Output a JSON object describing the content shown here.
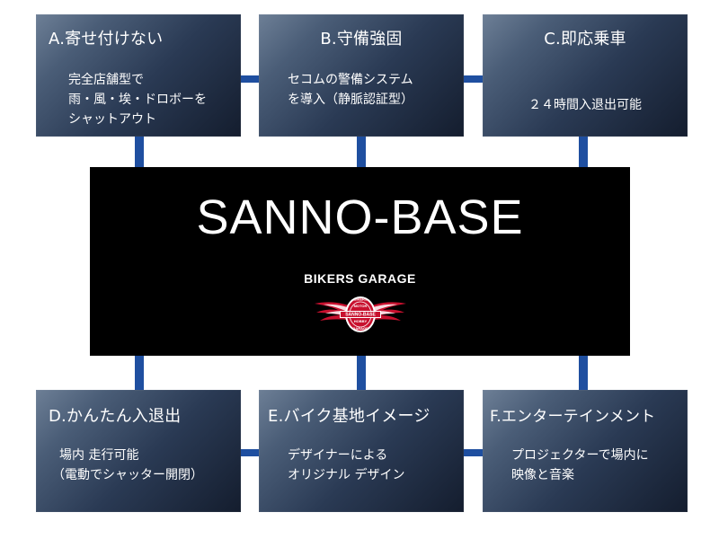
{
  "cards": [
    {
      "title": "A.寄せ付けない",
      "lines": [
        "完全店舗型で",
        "雨・風・埃・ドロボーを",
        "シャットアウト"
      ]
    },
    {
      "title": "B.守備強固",
      "lines": [
        "セコムの警備システム",
        "を導入（静脈認証型）"
      ]
    },
    {
      "title": "C.即応乗車",
      "lines": [
        "２４時間入退出可能"
      ]
    },
    {
      "title": "D.かんたん入退出",
      "lines": [
        "場内 走行可能",
        "（電動でシャッター開閉）"
      ]
    },
    {
      "title": "E.バイク基地イメージ",
      "lines": [
        "デザイナーによる",
        "オリジナル デザイン"
      ]
    },
    {
      "title": "F.エンターテインメント",
      "lines": [
        "プロジェクターで場内に",
        "映像と音楽"
      ]
    }
  ],
  "main": {
    "title": "SANNO-BASE",
    "subtitle": "BIKERS GARAGE",
    "emblem": {
      "name": "winged-logo-icon",
      "top_text": "BIKERS",
      "arc_text": "MOTOR",
      "center_text": "SANNO-BASE",
      "lower_text": "HOBBY",
      "bottom_text": "GARAGE",
      "accent_color": "#c8102e"
    }
  },
  "colors": {
    "connector": "#1f4fa0",
    "main_bg": "#000000",
    "card_gradient": [
      "#6d7f96",
      "#2a3a54",
      "#141d2e"
    ]
  }
}
